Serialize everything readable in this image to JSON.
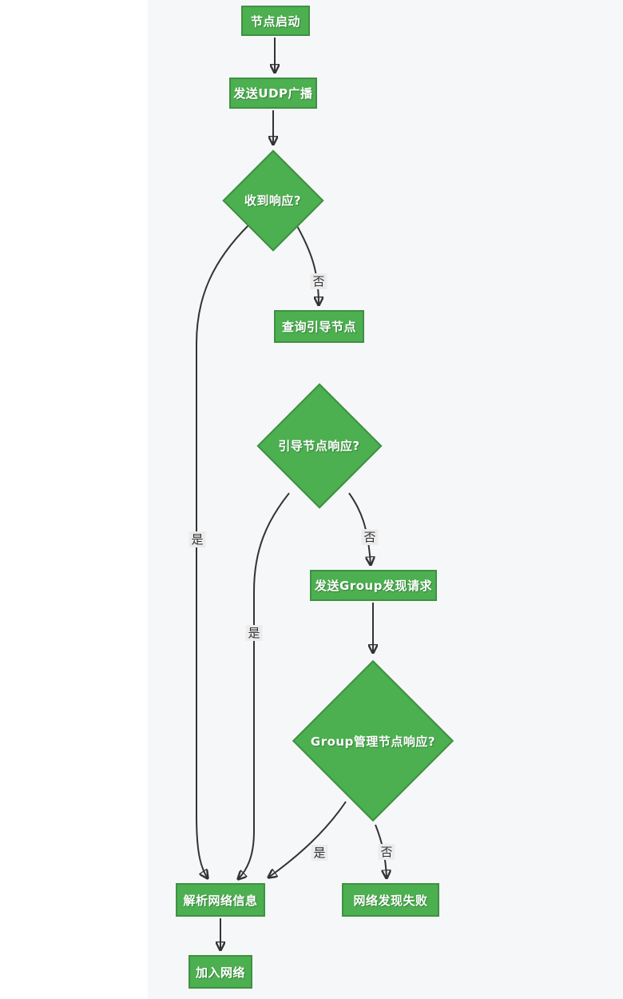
{
  "diagram": {
    "title": "node-network-discovery-flowchart",
    "nodes": {
      "start": "节点启动",
      "send_udp": "发送UDP广播",
      "recv_resp": "收到响应?",
      "query_boot": "查询引导节点",
      "boot_resp": "引导节点响应?",
      "send_group": "发送Group发现请求",
      "group_resp": "Group管理节点响应?",
      "parse_info": "解析网络信息",
      "fail": "网络发现失败",
      "join": "加入网络"
    },
    "edge_labels": {
      "recv_no": "否",
      "recv_yes": "是",
      "boot_yes": "是",
      "boot_no": "否",
      "group_yes": "是",
      "group_no": "否"
    },
    "colors": {
      "node_fill": "#4caf50",
      "node_border": "#3e9142",
      "edge": "#333333",
      "canvas_bg": "#f6f7f9",
      "label_bg": "#ececec",
      "label_text": "#333333"
    }
  }
}
